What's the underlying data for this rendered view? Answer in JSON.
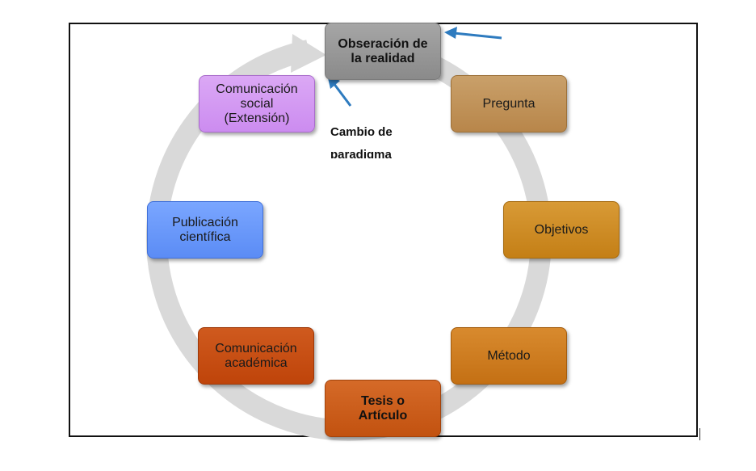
{
  "diagram": {
    "center_label": "Cambio de\nparadigma",
    "nodes": {
      "observacion": "Obseración de\nla realidad",
      "pregunta": "Pregunta",
      "objetivos": "Objetivos",
      "metodo": "Método",
      "tesis": "Tesis o\nArtículo",
      "comunicacion_academica": "Comunicación\nacadémica",
      "publicacion": "Publicación\ncientífica",
      "comunicacion_social": "Comunicación\nsocial\n(Extensión)"
    },
    "colors": {
      "ring": "#d9d9d9",
      "pointer_arrow": "#2e7bbf",
      "observacion": "#999999",
      "pregunta": "#c0925a",
      "objetivos": "#ce8c26",
      "metodo": "#ce7d22",
      "tesis": "#cc5e1c",
      "comunicacion_academica": "#c74f14",
      "publicacion": "#6a99fa",
      "comunicacion_social": "#d49af2"
    }
  }
}
